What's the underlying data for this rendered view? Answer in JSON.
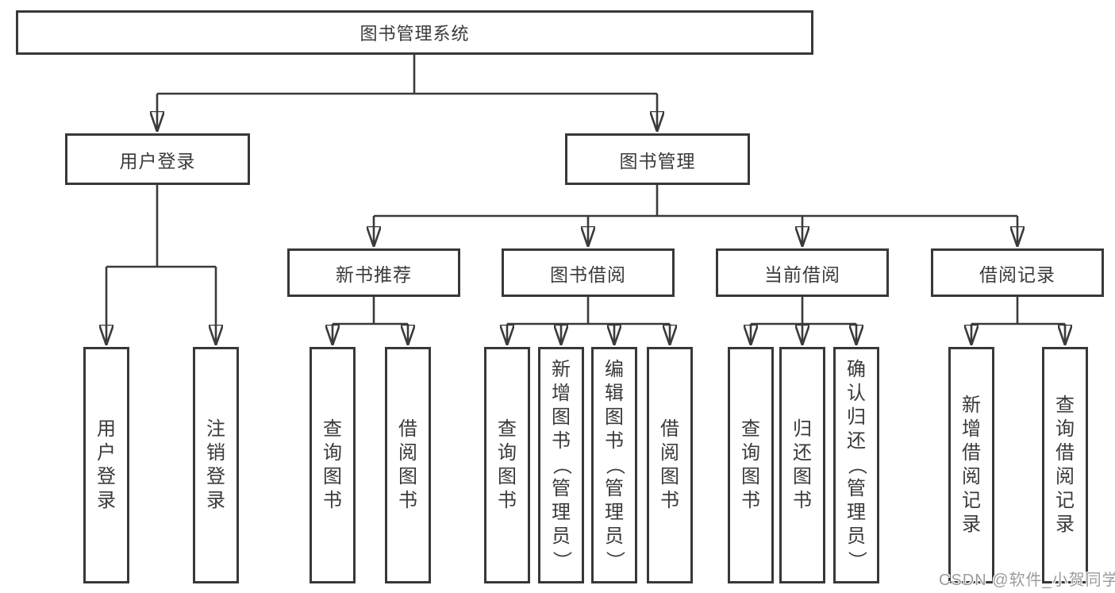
{
  "colors": {
    "line": "#3a3a3a",
    "box_border": "#383838",
    "text": "#3a3a3a",
    "watermark": "#9c9c9c",
    "background": "#ffffff"
  },
  "watermark": {
    "text": "CSDN @软件_小贺同学"
  },
  "tree": {
    "root": {
      "label": "图书管理系统"
    },
    "children": [
      {
        "label": "用户登录",
        "children": [
          {
            "label": "用户登录"
          },
          {
            "label": "注销登录"
          }
        ]
      },
      {
        "label": "图书管理",
        "children": [
          {
            "label": "新书推荐",
            "children": [
              {
                "label": "查询图书"
              },
              {
                "label": "借阅图书"
              }
            ]
          },
          {
            "label": "图书借阅",
            "children": [
              {
                "label": "查询图书"
              },
              {
                "label": "新增图书（管理员）"
              },
              {
                "label": "编辑图书（管理员）"
              },
              {
                "label": "借阅图书"
              }
            ]
          },
          {
            "label": "当前借阅",
            "children": [
              {
                "label": "查询图书"
              },
              {
                "label": "归还图书"
              },
              {
                "label": "确认归还（管理员）"
              }
            ]
          },
          {
            "label": "借阅记录",
            "children": [
              {
                "label": "新增借阅记录"
              },
              {
                "label": "查询借阅记录"
              }
            ]
          }
        ]
      }
    ]
  }
}
